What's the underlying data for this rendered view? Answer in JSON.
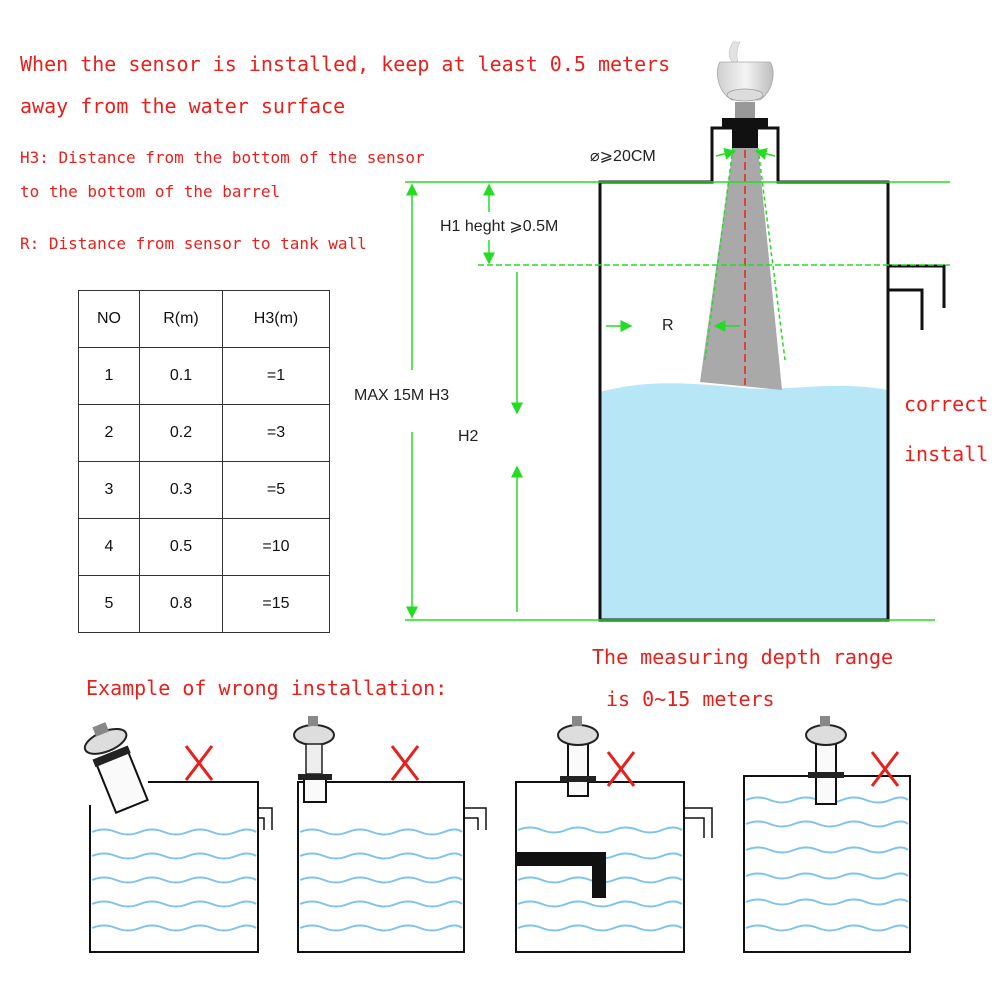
{
  "notes": {
    "line1": "When the sensor is installed, keep at least 0.5 meters",
    "line2": "away from the water surface",
    "h3_line1": "H3: Distance from the bottom of the sensor",
    "h3_line2": "to the bottom of the barrel",
    "r_def": "R: Distance from sensor to tank wall"
  },
  "table": {
    "headers": [
      "NO",
      "R(m)",
      "H3(m)"
    ],
    "rows": [
      [
        "1",
        "0.1",
        "=1"
      ],
      [
        "2",
        "0.2",
        "=3"
      ],
      [
        "3",
        "0.3",
        "=5"
      ],
      [
        "4",
        "0.5",
        "=10"
      ],
      [
        "5",
        "0.8",
        "=15"
      ]
    ]
  },
  "diagram": {
    "diameter_label": "⌀⩾20CM",
    "h1_label": "H1 heght ⩾0.5M",
    "r_label": "R",
    "max_label": "MAX 15M H3",
    "h2_label": "H2",
    "correct_line1": "correct",
    "correct_line2": "install"
  },
  "range": {
    "line1": "The measuring depth range",
    "line2": "is 0~15 meters"
  },
  "wrong": {
    "title": "Example of wrong installation:"
  },
  "colors": {
    "note_red": "#e8201c",
    "guide_green": "#22dd22",
    "water_blue": "#b7e6f6",
    "beam_grey": "#a9a9a9",
    "wave_blue": "#3fa9e0"
  }
}
